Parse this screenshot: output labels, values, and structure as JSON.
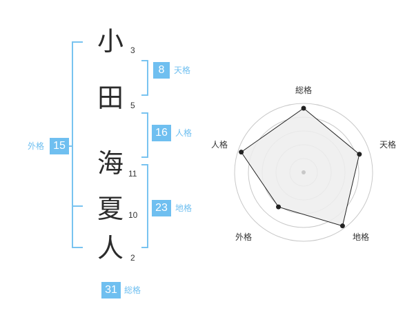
{
  "name": {
    "characters": [
      {
        "char": "小",
        "strokes": "3"
      },
      {
        "char": "田",
        "strokes": "5"
      },
      {
        "char": "海",
        "strokes": "11"
      },
      {
        "char": "夏",
        "strokes": "10"
      },
      {
        "char": "人",
        "strokes": "2"
      }
    ]
  },
  "fortune": {
    "tenkaku": {
      "value": "8",
      "label": "天格"
    },
    "jinkaku": {
      "value": "16",
      "label": "人格"
    },
    "chikaku": {
      "value": "23",
      "label": "地格"
    },
    "gaikaku": {
      "value": "15",
      "label": "外格"
    },
    "soukaku": {
      "value": "31",
      "label": "総格"
    }
  },
  "radar": {
    "axes": [
      "総格",
      "天格",
      "地格",
      "外格",
      "人格"
    ],
    "levels": 5,
    "scores": [
      0.93,
      0.85,
      0.96,
      0.62,
      0.95
    ],
    "colors": {
      "ring": "#c8c8c8",
      "fill": "#ededed",
      "stroke": "#222222",
      "dot": "#222222",
      "center": "#c8c8c8"
    }
  },
  "colors": {
    "accent": "#6fbff0",
    "bracket": "#78c3f0",
    "text": "#2b2b2b"
  }
}
